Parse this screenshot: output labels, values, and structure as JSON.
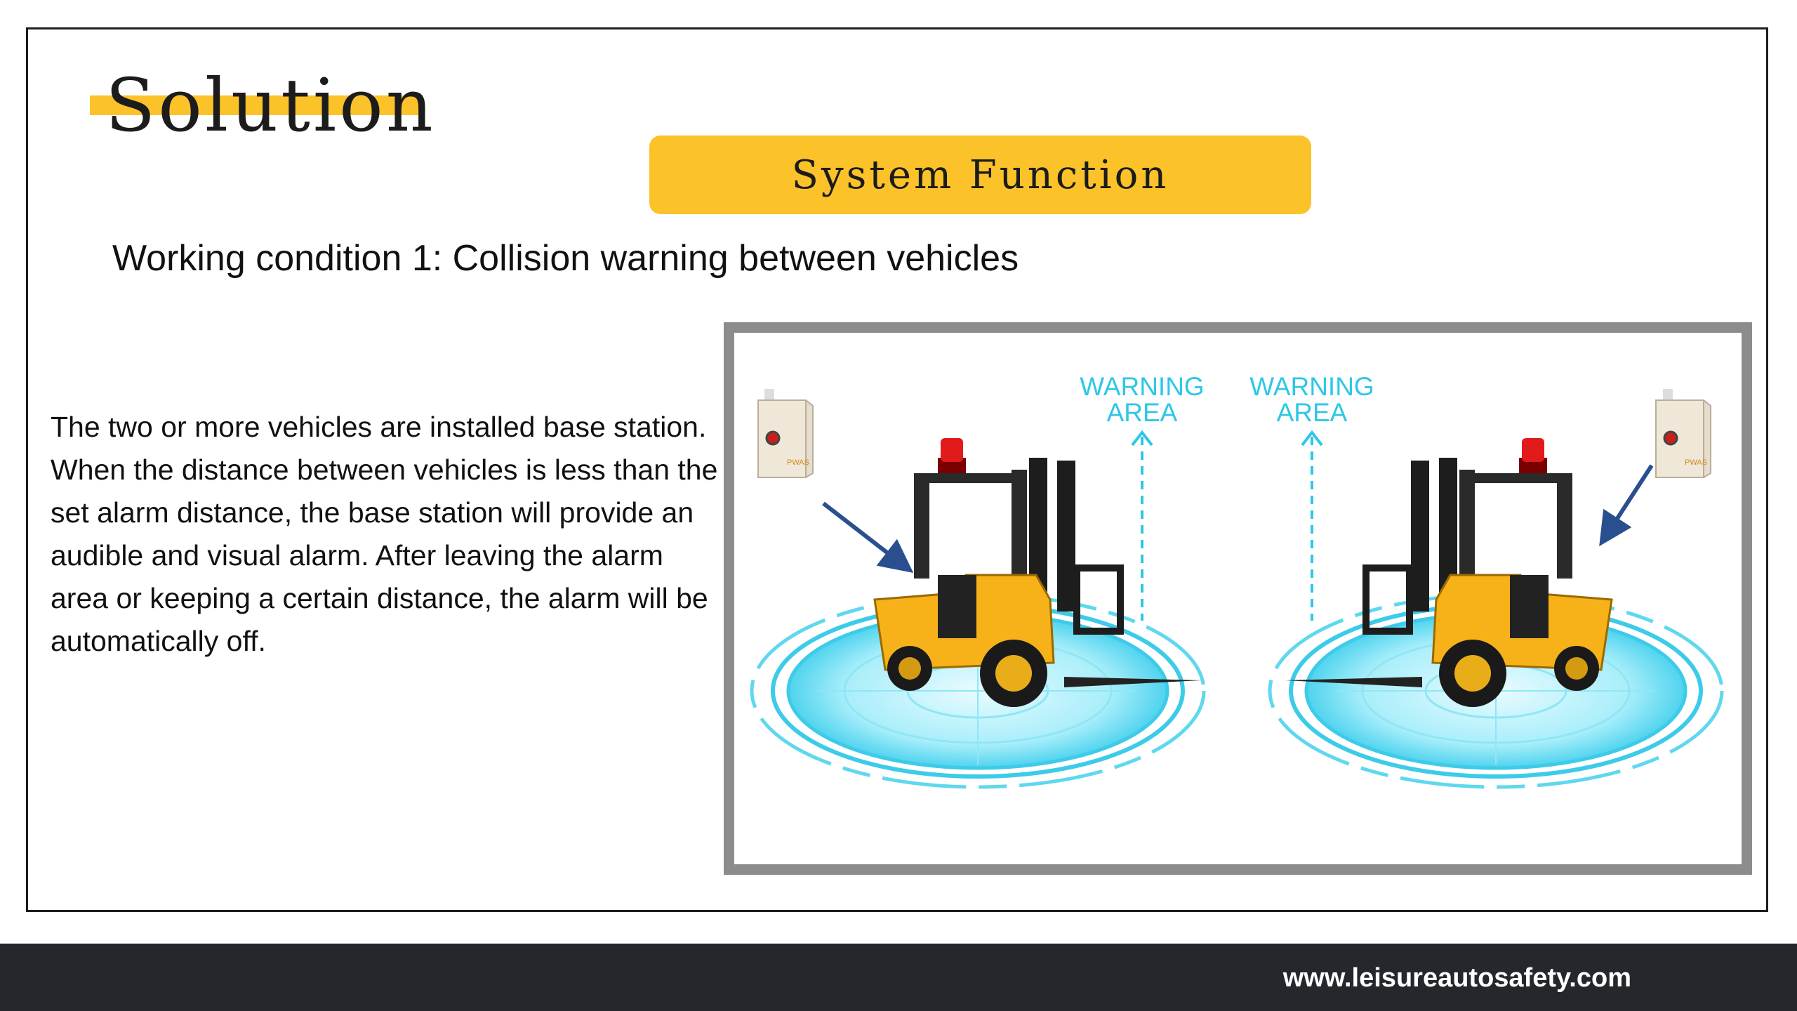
{
  "slide": {
    "title": "Solution",
    "section_label": "System Function",
    "subheading": "Working condition 1: Collision warning between vehicles",
    "description": "The two or more vehicles are installed base station. When the distance between vehicles is less than the set alarm distance, the base station will provide an audible and visual alarm. After leaving the alarm area or keeping a certain distance, the alarm will be automatically off."
  },
  "illustration": {
    "warning_left_line1": "WARNING",
    "warning_left_line2": "AREA",
    "warning_right_line1": "WARNING",
    "warning_right_line2": "AREA",
    "device_left_label": "PWAS",
    "device_right_label": "PWAS"
  },
  "footer": {
    "url": "www.leisureautosafety.com"
  },
  "colors": {
    "accent": "#FBC22A",
    "footer_bg": "#24282d",
    "warning_cyan": "#2ec7e6",
    "arrow_blue": "#2a4f8e"
  }
}
